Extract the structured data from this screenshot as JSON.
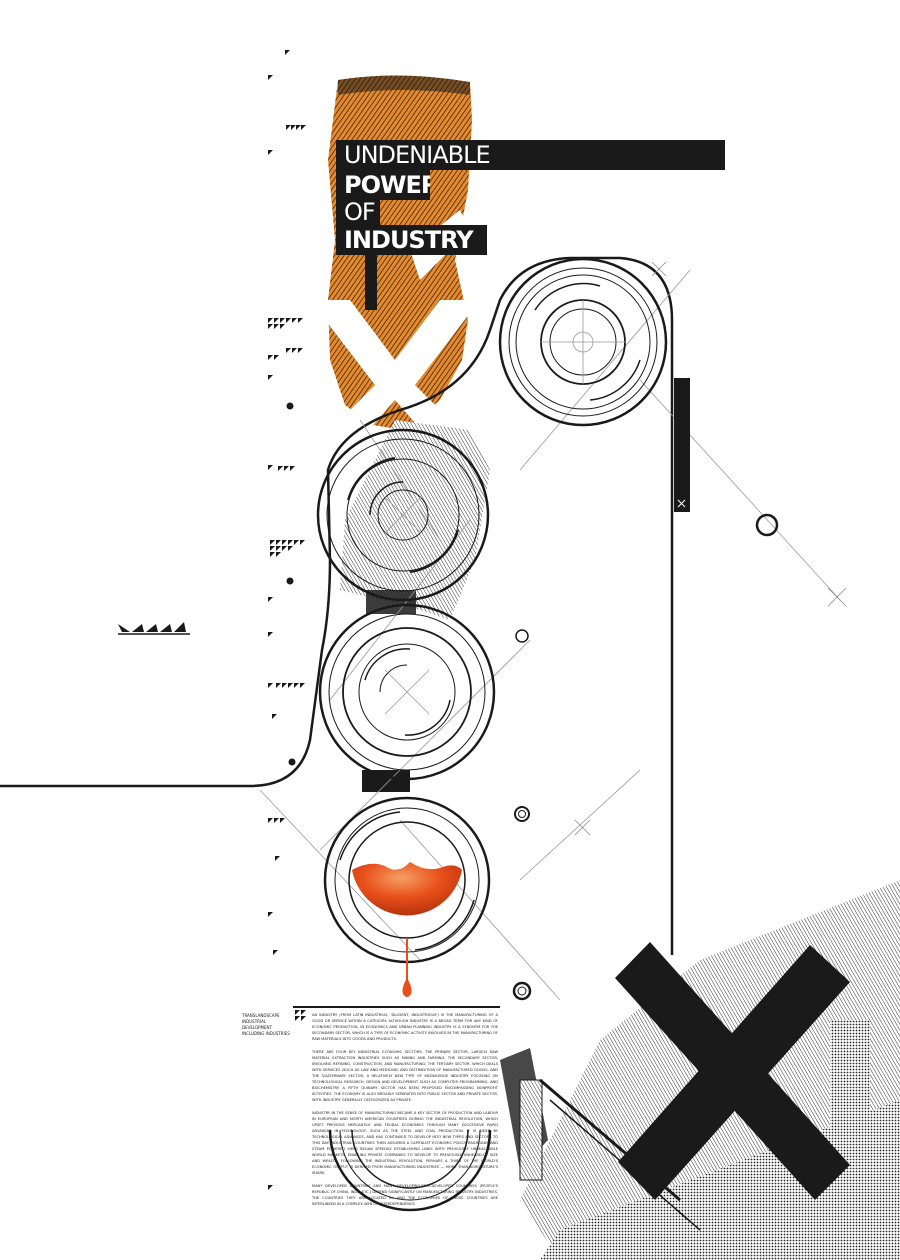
{
  "poster": {
    "headline_lines": [
      "UNDENIABLE",
      "POWER",
      "OF",
      "INDUSTRY"
    ],
    "accent_color": "#e88a2a",
    "ink_color": "#1a1a1a",
    "liquid_color": "#e8501a",
    "side_label_lines": [
      "TRANSLANDSCAPE",
      "INDUSTRIAL DEVELOPMENT",
      "INCLUDING INDUSTRIES"
    ],
    "body_paragraphs": [
      "AN INDUSTRY (FROM LATIN INDUSTRIUS, 'DILIGENT, INDUSTRIOUS') IS THE MANUFACTURING OF A GOOD OR SERVICE WITHIN A CATEGORY. ALTHOUGH INDUSTRY IS A BROAD TERM FOR ANY KIND OF ECONOMIC PRODUCTION, IN ECONOMICS AND URBAN PLANNING INDUSTRY IS A SYNONYM FOR THE SECONDARY SECTOR, WHICH IS A TYPE OF ECONOMIC ACTIVITY INVOLVED IN THE MANUFACTURING OF RAW MATERIALS INTO GOODS AND PRODUCTS.",
      "THERE ARE FOUR KEY INDUSTRIAL ECONOMIC SECTORS: THE PRIMARY SECTOR, LARGELY RAW MATERIAL EXTRACTION INDUSTRIES SUCH AS MINING AND FARMING; THE SECONDARY SECTOR, INVOLVING REFINING, CONSTRUCTION, AND MANUFACTURING; THE TERTIARY SECTOR, WHICH DEALS WITH SERVICES (SUCH AS LAW AND MEDICINE) AND DISTRIBUTION OF MANUFACTURED GOODS; AND THE QUATERNARY SECTOR, A RELATIVELY NEW TYPE OF KNOWLEDGE INDUSTRY FOCUSING ON TECHNOLOGICAL RESEARCH, DESIGN AND DEVELOPMENT SUCH AS COMPUTER PROGRAMMING, AND BIOCHEMISTRY. A FIFTH QUINARY SECTOR HAS BEEN PROPOSED ENCOMPASSING NONPROFIT ACTIVITIES. THE ECONOMY IS ALSO BROADLY SEPARATED INTO PUBLIC SECTOR AND PRIVATE SECTOR, WITH INDUSTRY GENERALLY CATEGORIZED AS PRIVATE.",
      "INDUSTRY IN THE SENSE OF MANUFACTURING BECAME A KEY SECTOR OF PRODUCTION AND LABOUR IN EUROPEAN AND NORTH AMERICAN COUNTRIES DURING THE INDUSTRIAL REVOLUTION, WHICH UPSET PREVIOUS MERCANTILE AND FEUDAL ECONOMIES THROUGH MANY SUCCESSIVE RAPID ADVANCES IN TECHNOLOGY, SUCH AS THE STEEL AND COAL PRODUCTION. IT IS AIDED BY TECHNOLOGICAL ADVANCES, AND HAS CONTINUED TO DEVELOP INTO NEW TYPES AND SECTORS TO THIS DAY. INDUSTRIAL COUNTRIES THEN ASSUMED A CAPITALIST ECONOMIC POLICY. RAILROADS AND STEAM POWERED SHIPS BEGAN SPEEDILY ESTABLISHING LINKS WITH PREVIOUSLY UNREACHABLE WORLD MARKETS, ENABLING PRIVATE COMPANIES TO DEVELOP TO PREVIOUSLY UNHEARD-OF SIZE AND WEALTH. FOLLOWING THE INDUSTRIAL REVOLUTION, PERHAPS A THIRD OF THE WORLD'S ECONOMIC OUTPUT IS DERIVED FROM MANUFACTURING INDUSTRIES — MORE THAN AGRICULTURE'S SHARE.",
      "MANY DEVELOPED COUNTRIES AND MANY DEVELOPING/SEMI-DEVELOPED COUNTRIES (PEOPLE'S REPUBLIC OF CHINA, INDIA ETC.) DEPEND SIGNIFICANTLY ON MANUFACTURING INDUSTRY. INDUSTRIES, THE COUNTRIES THEY ARE LOCATED IN, AND THE ECONOMIES OF THOSE COUNTRIES ARE INTERLINKED IN A COMPLEX WEB OF INTERDEPENDENCE."
    ],
    "icons": {
      "oil_drop": "oil-drop-icon",
      "wrench": "x-cross-icon"
    }
  }
}
